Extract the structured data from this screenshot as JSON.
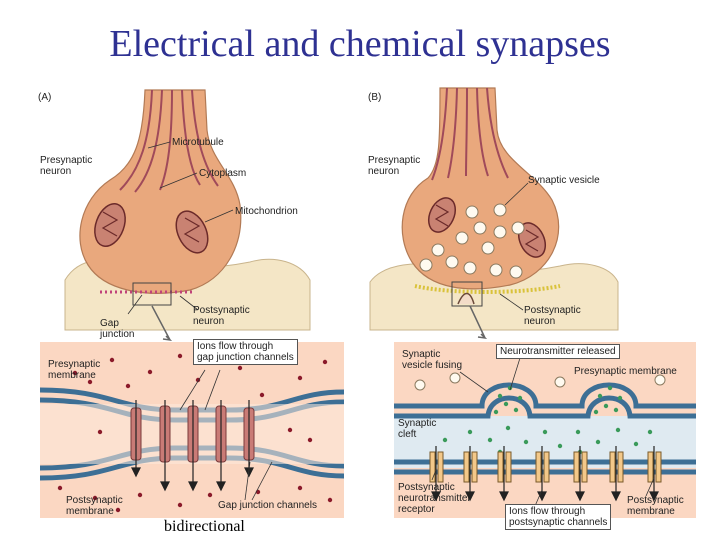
{
  "title": "Electrical and chemical synapses",
  "panel_a": {
    "tag": "(A)",
    "labels": {
      "presynaptic_neuron": "Presynaptic\nneuron",
      "microtubule": "Microtubule",
      "cytoplasm": "Cytoplasm",
      "mitochondrion": "Mitochondrion",
      "gap_junction": "Gap\njunction",
      "postsynaptic_neuron": "Postsynaptic\nneuron",
      "ions_flow": "Ions flow through\ngap junction channels",
      "presynaptic_membrane": "Presynaptic\nmembrane",
      "postsynaptic_membrane": "Postsynaptic\nmembrane",
      "gap_junction_channels": "Gap junction channels"
    }
  },
  "panel_b": {
    "tag": "(B)",
    "labels": {
      "presynaptic_neuron": "Presynaptic\nneuron",
      "synaptic_vesicle": "Synaptic vesicle",
      "postsynaptic_neuron": "Postsynaptic\nneuron",
      "vesicle_fusing": "Synaptic\nvesicle fusing",
      "nt_released": "Neurotransmitter released",
      "presynaptic_membrane": "Presynaptic membrane",
      "synaptic_cleft": "Synaptic\ncleft",
      "postsynaptic_receptor": "Postsynaptic\nneurotransmitter\nreceptor",
      "ions_flow": "Ions flow through\npostsynaptic channels",
      "postsynaptic_membrane": "Postsynaptic\nmembrane"
    }
  },
  "caption": "bidirectional",
  "colors": {
    "title": "#2e3192",
    "neuron_fill": "#e9a87d",
    "neuron_pale": "#f6e4c4",
    "membrane": "#3d6f95",
    "channel": "#c97b76",
    "ion": "#8b1a2a",
    "neurotransmitter": "#3a9a5a",
    "inset_bg": "#fbd7c2"
  }
}
